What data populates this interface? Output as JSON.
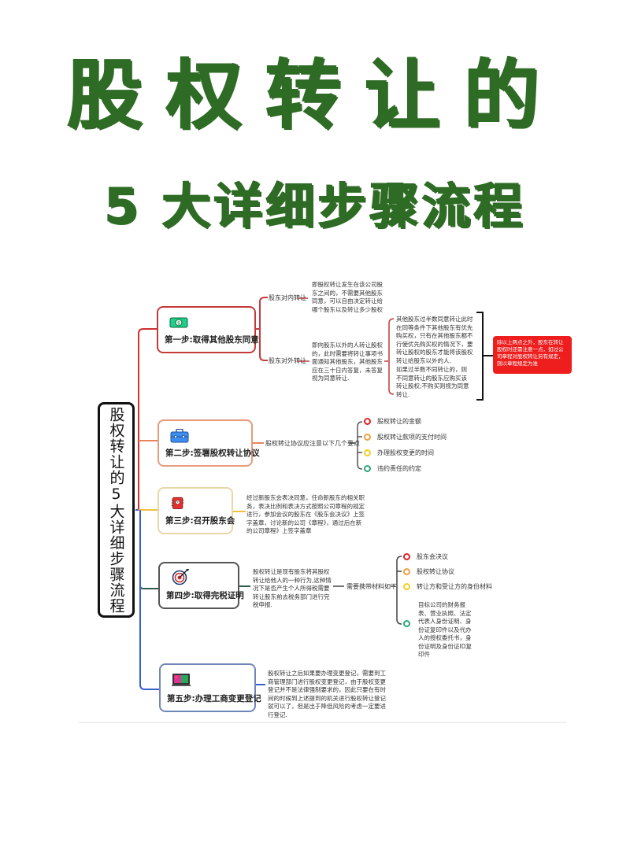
{
  "title": {
    "line1": "股权转让的",
    "line2": "5 大详细步骤流程",
    "color": "#2e6b24"
  },
  "root": {
    "label": "股权转让的5大详细步骤流程"
  },
  "steps": [
    {
      "label": "第一步:取得其他股东同意",
      "icon": "money-bill-icon",
      "color": "#c43a3a",
      "branches": [
        {
          "label": "股东对内转让",
          "text": "即股权转让发生在该公司股东之间的，不需要其他股东同意，可以自由决定转让给哪个股东以及转让多少股权"
        },
        {
          "label": "股东对外转让",
          "text": "即向股东以外的人转让股权的，此时需要将转让事项书面通知其他股东，其他股东应在三十日内答复，未答复视为同意转让.",
          "sub_texts": [
            "其他股东过半数同意转让此时在同等条件下其他股东有优先购买权，只有在其他股东都不行使优先购买权的情况下，要转让股权的股东才能将该股权转让给股东以外的人.",
            "如果过半数不同转让的，则不同意转让的股东应购买该转让股权;不购买则视为同意转让."
          ],
          "note": "除以上两点之外，股东在转让股权时还需注意一点，如过公司章程对股权转让另有规定，则以章程规定为准"
        }
      ]
    },
    {
      "label": "第二步:签署股权转让协议",
      "icon": "briefcase-icon",
      "color": "#e8845a",
      "connector": "股权转让协议应注意以下几个要点",
      "points": [
        {
          "text": "股权转让的金额",
          "color": "#e02020"
        },
        {
          "text": "股权转让款项的支付时间",
          "color": "#f0a040"
        },
        {
          "text": "办理股权变更的时间",
          "color": "#f2d020"
        },
        {
          "text": "违约责任的约定",
          "color": "#2aa876"
        }
      ]
    },
    {
      "label": "第三步:召开股东会",
      "icon": "notebook-icon",
      "color": "#f0c040",
      "text": "经过新股东会表决同意，任命新股东的相关职务，表决比例和表决方式按照公司章程的规定进行，参加会议的股东在《股东会决议》上签字盖章，讨论新的公司《章程》，通过后在新的公司章程》上签字盖章"
    },
    {
      "label": "第四步:取得完税证明",
      "icon": "target-icon",
      "color": "#2e5e4a",
      "text": "股权转让是现有股东将其股权转让给他人的一种行为,这种情况下是否产生个人所得税需要转让股东前去税务部门进行完税申报.",
      "connector": "需要携带材料如下",
      "points": [
        {
          "text": "股东会决议",
          "color": "#e02020"
        },
        {
          "text": "股权转让协议",
          "color": "#f0a040"
        },
        {
          "text": "转让方和受让方的身份材料",
          "color": "#f2d020"
        },
        {
          "text": "目标公司的财务报表、营业执照、法定代表人身份证明、身份证复印件以及代办人的授权委托书，身份证明及身份证ID复印件",
          "color": "#2aa876"
        }
      ]
    },
    {
      "label": "第五步:办理工商变更登记",
      "icon": "presentation-board-icon",
      "color": "#3a5fc8",
      "text": "股权转让之后如果要办理变更登记，需要到工商管理部门进行股权变更登记，由于股权变更登记并不是法律强制要求的，因此只要在有时间的时候到上述提到的机关进行股权转让登记就可以了，但是出于降低风险的考虑一定要进行登记."
    }
  ]
}
